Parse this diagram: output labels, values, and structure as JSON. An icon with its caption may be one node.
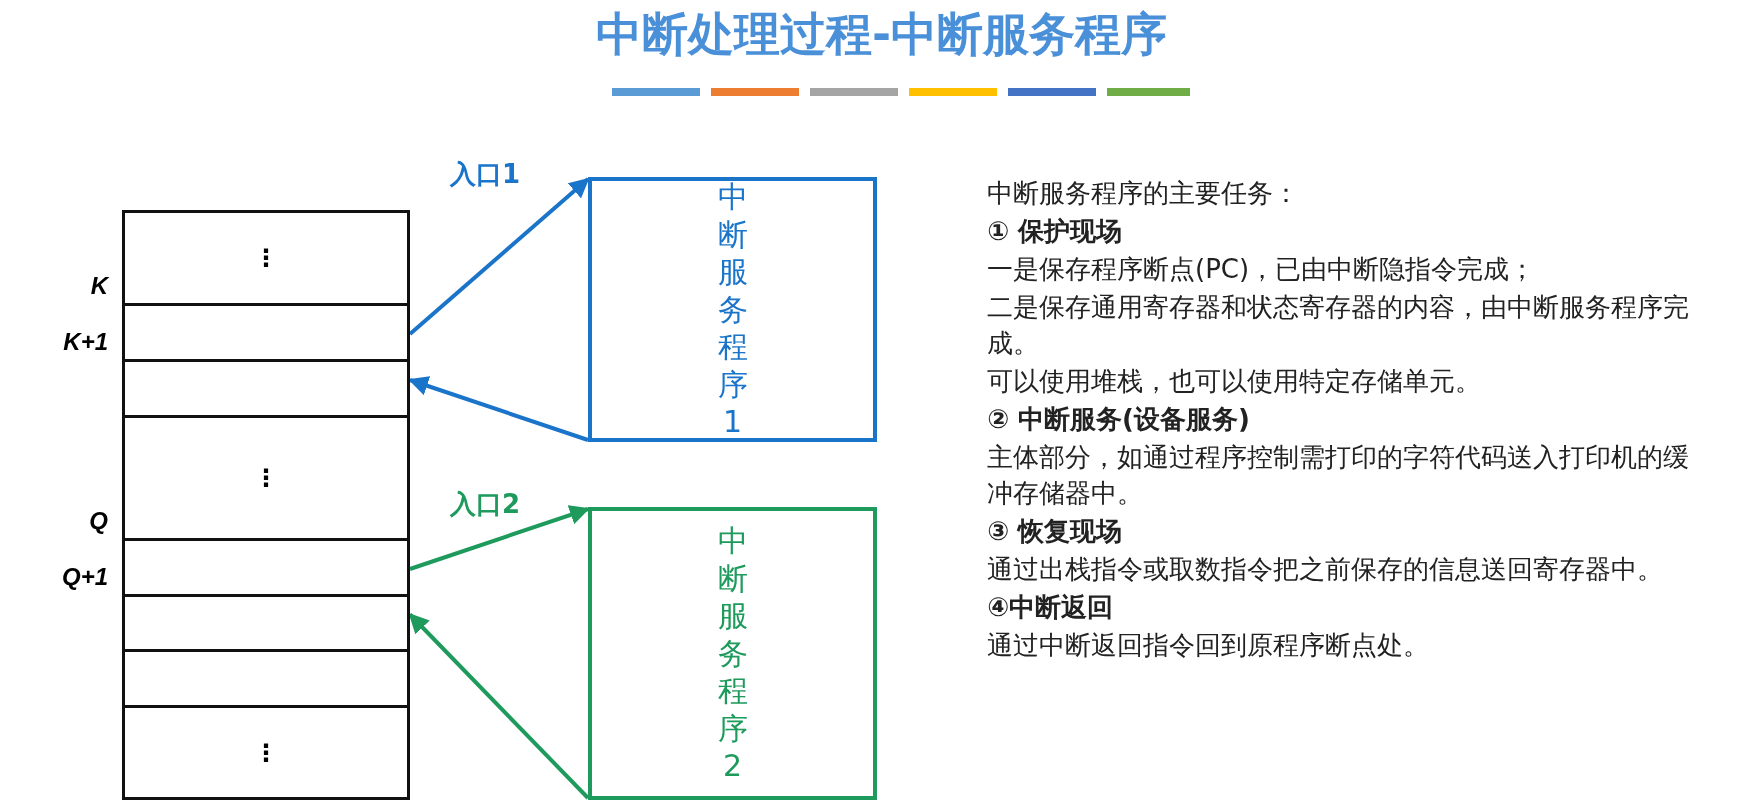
{
  "diagram": {
    "title": "中断处理过程-中断服务程序",
    "nodes": [
      {
        "text": [
          "⋮"
        ]
      },
      {
        "text": [],
        "shape": "box",
        "beside": [
          "K"
        ]
      },
      {
        "text": [],
        "shape": "box",
        "beside": [
          "K+1"
        ]
      },
      {
        "text": [
          "⋮"
        ]
      },
      {
        "text": [],
        "shape": "box",
        "beside": [
          "Q"
        ]
      },
      {
        "text": [],
        "shape": "box",
        "beside": [
          "Q+1"
        ]
      },
      {
        "text": [],
        "shape": "box"
      },
      {
        "text": [
          "⋮"
        ]
      },
      {
        "text": [
          "中断服务程序1"
        ]
      },
      {
        "text": [
          "中断服务程序2"
        ]
      }
    ],
    "edges": [
      {
        "from": 1,
        "to": 8,
        "arrow": "to",
        "label": "入口1",
        "color": "#1a74c9"
      },
      {
        "from": 8,
        "to": 2,
        "arrow": "to",
        "color": "#1a74c9"
      },
      {
        "from": 4,
        "to": 9,
        "arrow": "to",
        "label": "入口2",
        "color": "#1e9a5c"
      },
      {
        "from": 9,
        "to": 5,
        "arrow": "to",
        "color": "#1e9a5c"
      }
    ],
    "labels": [
      "中断服务程序的主要任务：",
      "① 保护现场",
      "一是保存程序断点(PC)，已由中断隐指令完成；",
      "二是保存通用寄存器和状态寄存器的内容，由中断服务程序完成。",
      "可以使用堆栈，也可以使用特定存储单元。",
      "② 中断服务(设备服务)",
      "主体部分，如通过程序控制需打印的字符代码送入打印机的缓冲存储器中。",
      "③ 恢复现场",
      "通过出栈指令或取数指令把之前保存的信息送回寄存器中。",
      "④中断返回",
      "通过中断返回指令回到原程序断点处。"
    ]
  }
}
